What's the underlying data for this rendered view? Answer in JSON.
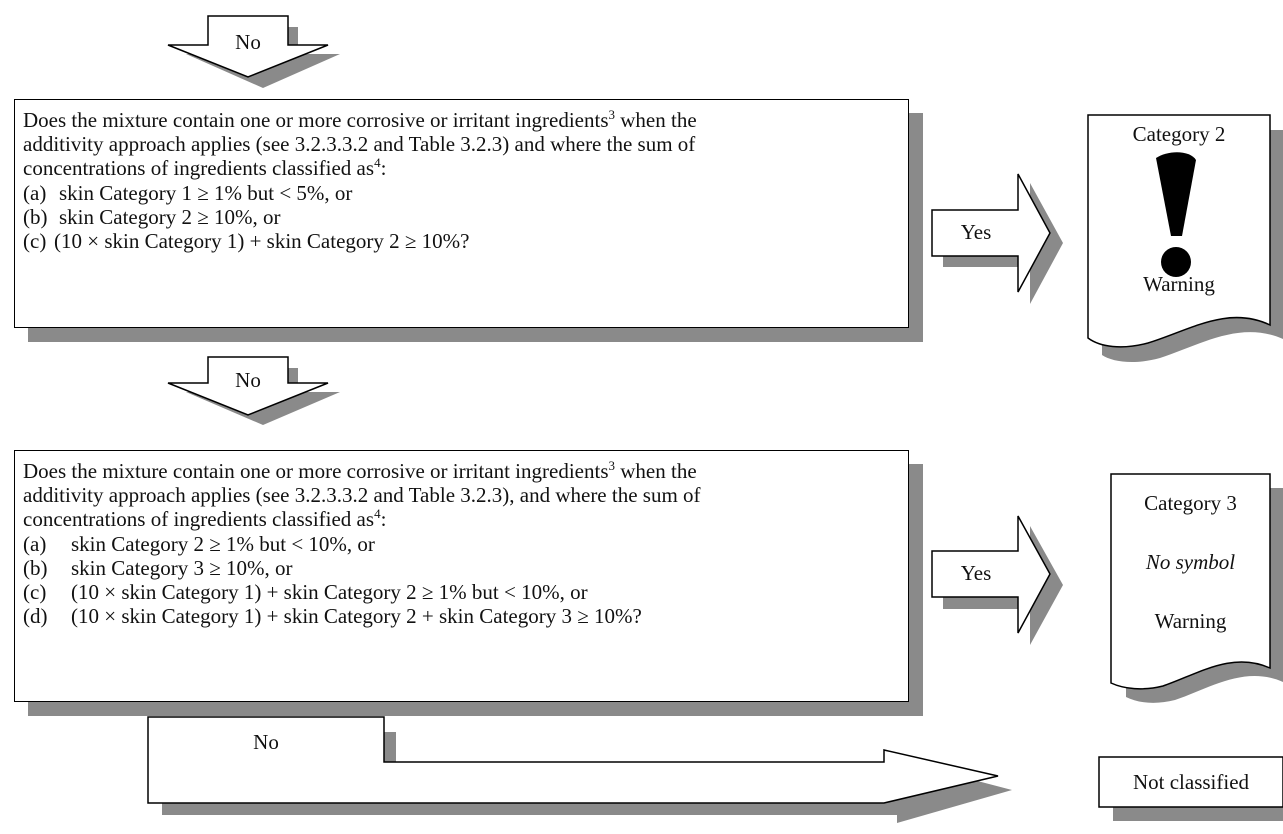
{
  "arrows": {
    "no_1": "No",
    "no_2": "No",
    "no_3": "No",
    "yes_1": "Yes",
    "yes_2": "Yes"
  },
  "question1": {
    "line1_pre": "Does the mixture contain one or more corrosive or irritant ingredients",
    "line1_sup": "3",
    "line1_post": " when the",
    "line2": "additivity approach applies (see 3.2.3.3.2 and Table 3.2.3) and where the sum of",
    "line3_pre": "concentrations of ingredients classified as",
    "line3_sup": "4",
    "line3_post": ":",
    "options": [
      {
        "label": "(a)",
        "text": "skin Category 1 ≥ 1% but < 5%, or"
      },
      {
        "label": "(b)",
        "text": "skin Category 2 ≥ 10%, or"
      },
      {
        "label": "(c)",
        "text": "(10 × skin Category 1) + skin Category 2 ≥ 10%?"
      }
    ]
  },
  "question2": {
    "line1_pre": "Does the mixture contain one or more corrosive or irritant ingredients",
    "line1_sup": "3",
    "line1_post": " when the",
    "line2": "additivity approach applies (see 3.2.3.3.2 and Table 3.2.3), and where the sum of",
    "line3_pre": "concentrations of ingredients classified as",
    "line3_sup": "4",
    "line3_post": ":",
    "options": [
      {
        "label": "(a)",
        "text": "skin Category 2 ≥ 1% but < 10%, or"
      },
      {
        "label": "(b)",
        "text": "skin Category 3 ≥ 10%, or"
      },
      {
        "label": "(c)",
        "text": "(10 × skin Category 1) + skin Category 2 ≥ 1% but < 10%, or"
      },
      {
        "label": "(d)",
        "text": "(10 × skin Category 1) + skin Category 2 + skin Category 3 ≥ 10%?"
      }
    ]
  },
  "result1": {
    "category": "Category 2",
    "signal": "Warning",
    "symbol": "exclamation-mark-icon"
  },
  "result2": {
    "category": "Category 3",
    "symbol_text": "No symbol",
    "signal": "Warning"
  },
  "result3": {
    "label": "Not classified"
  },
  "colors": {
    "shadow": "#8a8a8a",
    "border": "#000000",
    "fill": "#ffffff"
  }
}
